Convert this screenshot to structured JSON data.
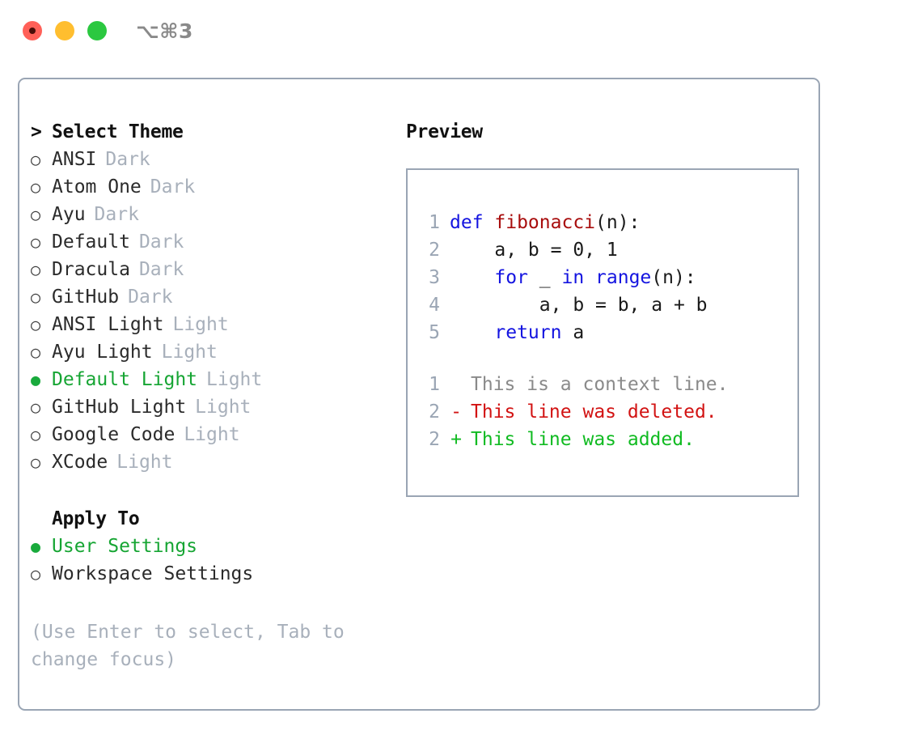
{
  "window": {
    "title": "⌥⌘3",
    "traffic_lights": [
      {
        "name": "close",
        "color": "#ff6058"
      },
      {
        "name": "minimize",
        "color": "#ffbe2f"
      },
      {
        "name": "maximize",
        "color": "#2bc840"
      }
    ]
  },
  "theme_panel": {
    "header": "Select Theme",
    "caret": ">",
    "bullet_unselected": "○",
    "bullet_selected": "●",
    "accent_color": "#16a533",
    "category_color": "#a8b0bb",
    "items": [
      {
        "label": "ANSI",
        "category": "Dark",
        "selected": false
      },
      {
        "label": "Atom One",
        "category": "Dark",
        "selected": false
      },
      {
        "label": "Ayu",
        "category": "Dark",
        "selected": false
      },
      {
        "label": "Default",
        "category": "Dark",
        "selected": false
      },
      {
        "label": "Dracula",
        "category": "Dark",
        "selected": false
      },
      {
        "label": "GitHub",
        "category": "Dark",
        "selected": false
      },
      {
        "label": "ANSI Light",
        "category": "Light",
        "selected": false
      },
      {
        "label": "Ayu Light",
        "category": "Light",
        "selected": false
      },
      {
        "label": "Default Light",
        "category": "Light",
        "selected": true
      },
      {
        "label": "GitHub Light",
        "category": "Light",
        "selected": false
      },
      {
        "label": "Google Code",
        "category": "Light",
        "selected": false
      },
      {
        "label": "XCode",
        "category": "Light",
        "selected": false
      }
    ]
  },
  "apply_to": {
    "header": "Apply To",
    "items": [
      {
        "label": "User Settings",
        "selected": true
      },
      {
        "label": "Workspace Settings",
        "selected": false
      }
    ]
  },
  "hint": "(Use Enter to select, Tab to change focus)",
  "preview": {
    "heading": "Preview",
    "code": [
      {
        "lineno": "1",
        "tokens": [
          {
            "text": "def ",
            "kind": "kw"
          },
          {
            "text": "fibonacci",
            "kind": "fn"
          },
          {
            "text": "(n):",
            "kind": "plain"
          }
        ]
      },
      {
        "lineno": "2",
        "tokens": [
          {
            "text": "    a, b = 0, 1",
            "kind": "plain"
          }
        ]
      },
      {
        "lineno": "3",
        "tokens": [
          {
            "text": "    ",
            "kind": "plain"
          },
          {
            "text": "for",
            "kind": "kw"
          },
          {
            "text": " _ ",
            "kind": "plain"
          },
          {
            "text": "in range",
            "kind": "kw"
          },
          {
            "text": "(n):",
            "kind": "plain"
          }
        ]
      },
      {
        "lineno": "4",
        "tokens": [
          {
            "text": "        a, b = b, a + b",
            "kind": "plain"
          }
        ]
      },
      {
        "lineno": "5",
        "tokens": [
          {
            "text": "    ",
            "kind": "plain"
          },
          {
            "text": "return",
            "kind": "kw"
          },
          {
            "text": " a",
            "kind": "plain"
          }
        ]
      }
    ],
    "diff": [
      {
        "lineno": "1",
        "marker": " ",
        "text": "This is a context line.",
        "kind": "diff-ctx"
      },
      {
        "lineno": "2",
        "marker": "-",
        "text": "This line was deleted.",
        "kind": "diff-del"
      },
      {
        "lineno": "2",
        "marker": "+",
        "text": "This line was added.",
        "kind": "diff-add"
      }
    ]
  }
}
